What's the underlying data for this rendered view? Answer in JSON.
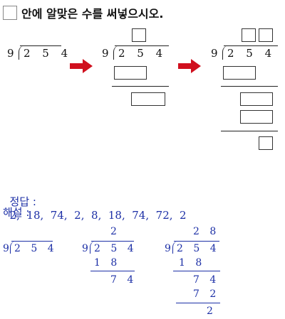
{
  "question": {
    "title": "안에 알맞은 수를 써넣으시오."
  },
  "problem": {
    "divisor": "9",
    "dividend": "2 5 4"
  },
  "answer": {
    "label": "정답 :",
    "values": "2,  18,  74,  2,  8,  18,  74,  72,  2"
  },
  "explanation": {
    "label": "해설 :",
    "steps": {
      "quotient_one": "2",
      "quotient_two": "2 8",
      "product_one": "1 8",
      "remainder_one": "7 4",
      "product_two": "7 2",
      "remainder_final": "2"
    }
  },
  "colors": {
    "arrow": "#d0101e",
    "solution_text": "#1c2fa6"
  },
  "icons": [
    "checkbox-square-icon",
    "arrow-right-icon"
  ]
}
